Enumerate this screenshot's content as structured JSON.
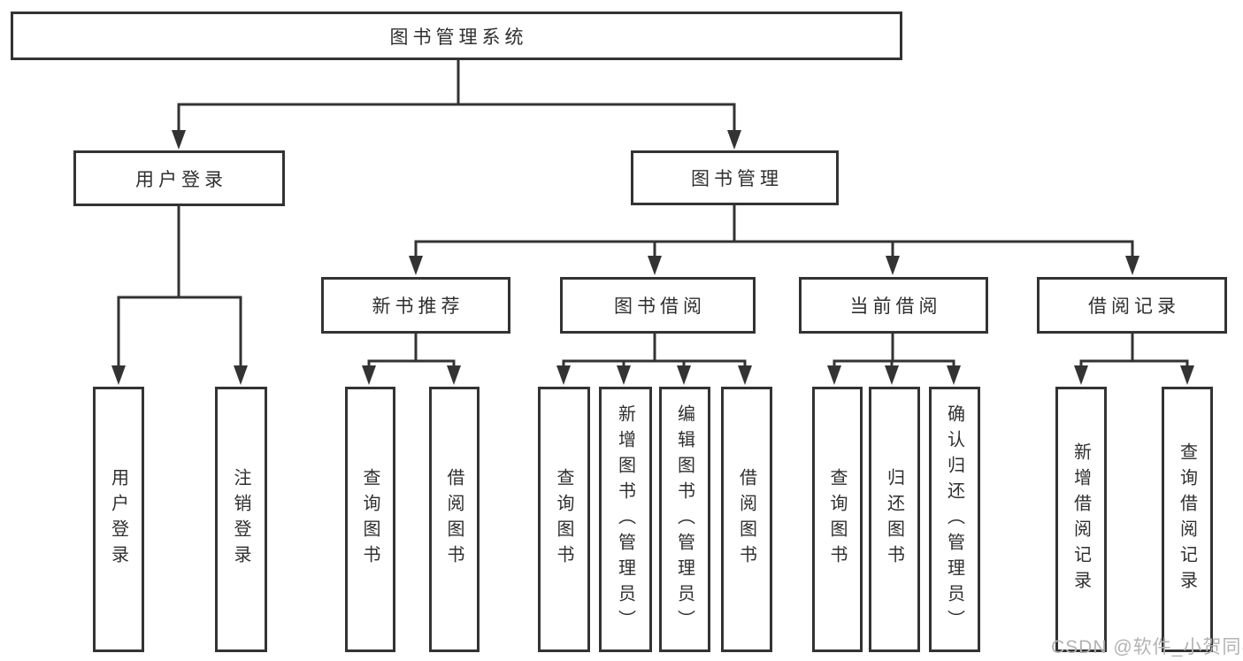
{
  "colors": {
    "line": "#333333",
    "box_background": "#ffffff",
    "text": "#2f2f2f",
    "watermark": "#b3b3b3"
  },
  "root": {
    "label": "图书管理系统"
  },
  "branches": {
    "user": {
      "label": "用户登录",
      "leaves": [
        "用户登录",
        "注销登录"
      ]
    },
    "book": {
      "label": "图书管理",
      "sections": [
        {
          "label": "新书推荐",
          "leaves": [
            "查询图书",
            "借阅图书"
          ]
        },
        {
          "label": "图书借阅",
          "leaves": [
            "查询图书",
            "新增图书（管理员）",
            "编辑图书（管理员）",
            "借阅图书"
          ]
        },
        {
          "label": "当前借阅",
          "leaves": [
            "查询图书",
            "归还图书",
            "确认归还（管理员）"
          ]
        },
        {
          "label": "借阅记录",
          "leaves": [
            "新增借阅记录",
            "查询借阅记录"
          ]
        }
      ]
    }
  },
  "watermark": "CSDN @软件_小贺同学"
}
